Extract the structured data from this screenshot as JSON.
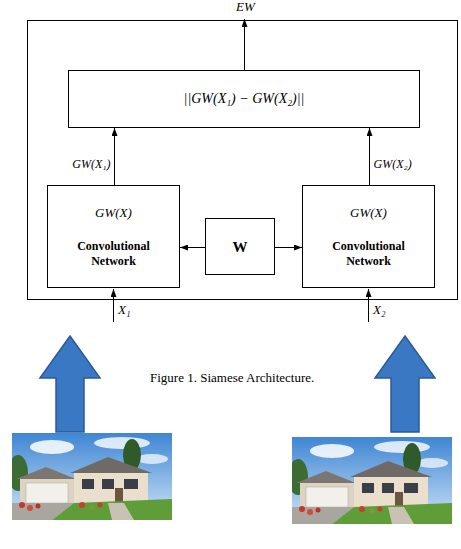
{
  "diagram": {
    "caption": "Figure 1. Siamese Architecture.",
    "nodes": [
      {
        "text": [
          "||GW(X₁) − GW(X₂)||"
        ]
      },
      {
        "text": [
          "GW(X)",
          "Convolutional Network"
        ]
      },
      {
        "text": [
          "W"
        ]
      },
      {
        "text": [
          "GW(X)",
          "Convolutional Network"
        ]
      }
    ],
    "edges": [
      {
        "from": 1,
        "to": 0,
        "arrow": "to",
        "label": "GW(X₁)"
      },
      {
        "from": 3,
        "to": 0,
        "arrow": "to",
        "label": "GW(X₂)"
      },
      {
        "from": 2,
        "to": 1,
        "arrow": "to"
      },
      {
        "from": 2,
        "to": 3,
        "arrow": "to"
      }
    ],
    "labels": [
      "EW",
      "X₁",
      "X₂"
    ]
  }
}
